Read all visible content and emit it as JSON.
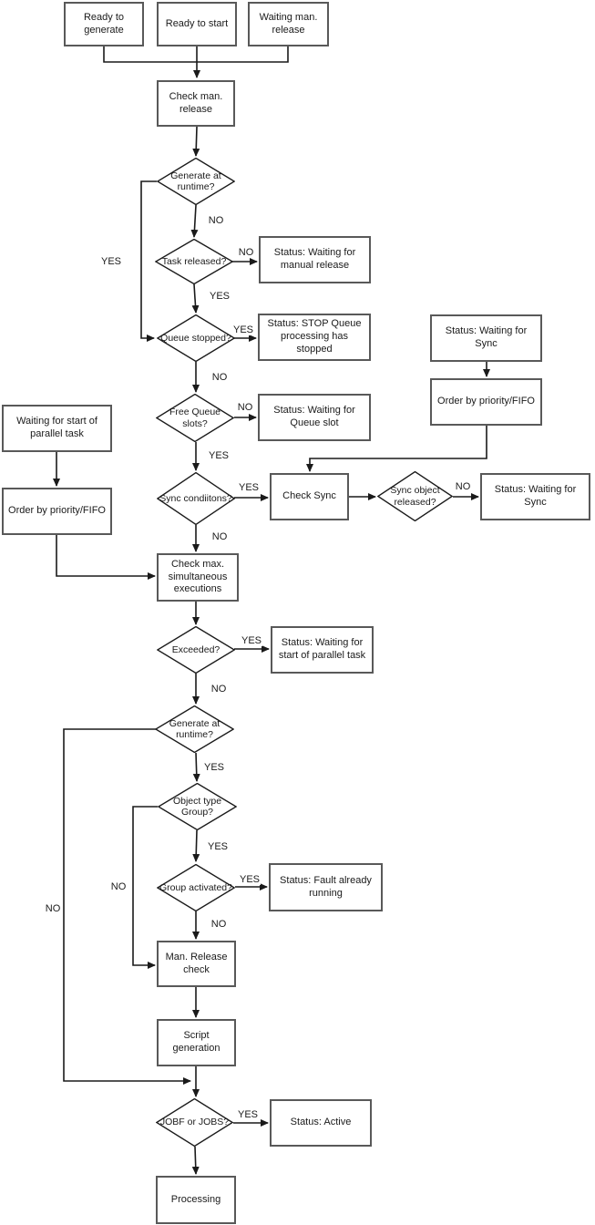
{
  "colors": {
    "box_border": "#595959",
    "line": "#1a1a1a",
    "background": "#ffffff"
  },
  "nodes": {
    "ready_generate": "Ready to generate",
    "ready_start": "Ready to start",
    "waiting_man_release": "Waiting man. release",
    "check_man_release": "Check man. release",
    "generate_runtime_1": "Generate at runtime?",
    "task_released": "Task released?",
    "status_waiting_manual": "Status: Waiting for manual release",
    "queue_stopped": "Queue stopped?",
    "status_stop_queue": "Status: STOP Queue processing has stopped",
    "free_queue_slots": "Free Queue slots?",
    "status_waiting_queue_slot": "Status: Waiting for Queue slot",
    "status_waiting_sync_top": "Status: Waiting for Sync",
    "order_priority_fifo_right": "Order by priority/FIFO",
    "waiting_parallel": "Waiting for start of parallel task",
    "order_priority_fifo_left": "Order by priority/FIFO",
    "sync_conditions": "Sync condiitons?",
    "check_sync": "Check Sync",
    "sync_object_released": "Sync object released?",
    "status_waiting_sync_right": "Status: Waiting for Sync",
    "check_max": "Check max. simultaneous executions",
    "exceeded": "Exceeded?",
    "status_waiting_parallel": "Status: Waiting for start of parallel task",
    "generate_runtime_2": "Generate at runtime?",
    "object_type_group": "Object type Group?",
    "group_activated": "Group activated?",
    "status_fault_running": "Status: Fault already running",
    "man_release_check": "Man. Release check",
    "script_generation": "Script generation",
    "jobf_or_jobs": "JOBF or JOBS?",
    "status_active": "Status: Active",
    "processing": "Processing"
  },
  "edge_labels": {
    "runtime1_no": "NO",
    "runtime1_yes": "YES",
    "task_no": "NO",
    "task_yes": "YES",
    "queue_yes": "YES",
    "queue_no": "NO",
    "free_no": "NO",
    "free_yes": "YES",
    "sync_yes": "YES",
    "sync_no": "NO",
    "sync_object_no": "NO",
    "exceeded_yes": "YES",
    "exceeded_no": "NO",
    "runtime2_yes": "YES",
    "runtime2_no": "NO",
    "object_type_no": "NO",
    "object_type_yes": "YES",
    "group_yes": "YES",
    "group_no": "NO",
    "jobf_yes": "YES"
  }
}
